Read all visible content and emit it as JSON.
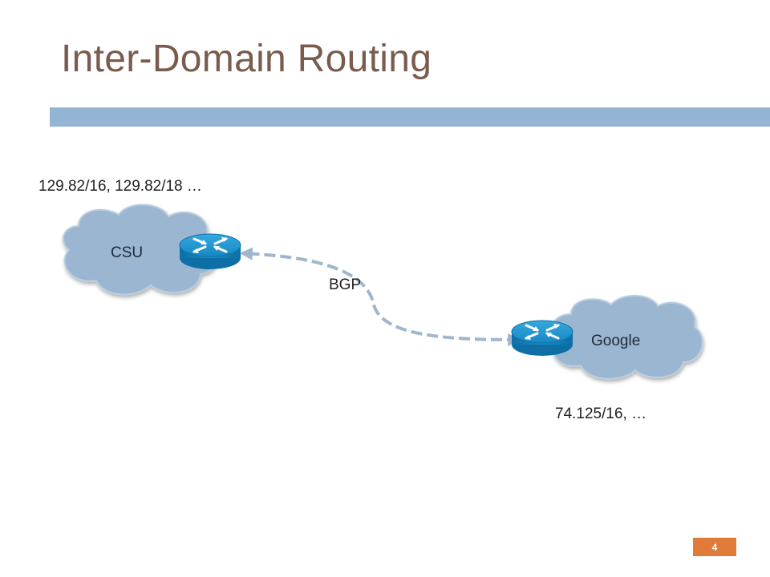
{
  "slide": {
    "title": "Inter-Domain Routing",
    "page_number": "4"
  },
  "diagram": {
    "nodes": [
      {
        "id": "csu",
        "label": "CSU",
        "prefixes": "129.82/16, 129.82/18 …",
        "icon": "router-icon"
      },
      {
        "id": "google",
        "label": "Google",
        "prefixes": "74.125/16, …",
        "icon": "router-icon"
      }
    ],
    "edges": [
      {
        "from": "google",
        "to": "csu",
        "label": "BGP",
        "style": "dashed"
      }
    ]
  },
  "colors": {
    "title": "#7a5c4e",
    "title_bar": "#93b4d2",
    "cloud_fill": "#9bb6d1",
    "router": "#1a8cc8",
    "link": "#9fb6cc",
    "page_badge": "#e07b39"
  }
}
